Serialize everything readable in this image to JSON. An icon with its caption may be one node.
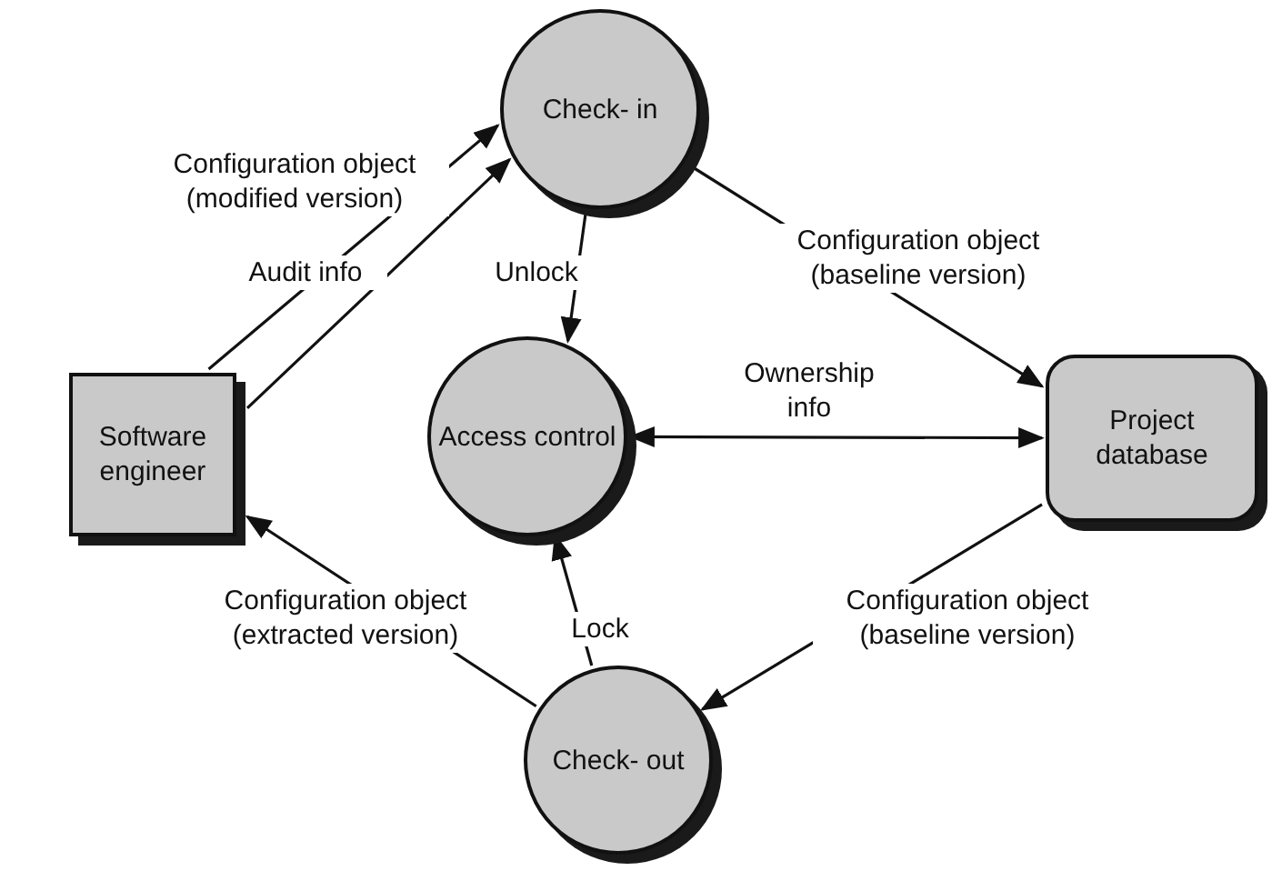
{
  "diagram": {
    "nodes": [
      {
        "text": [
          "Check- in"
        ]
      },
      {
        "text": [
          "Software engineer"
        ]
      },
      {
        "text": [
          "Access control"
        ]
      },
      {
        "text": [
          "Project database"
        ]
      },
      {
        "text": [
          "Check- out"
        ]
      }
    ],
    "edges": [
      {
        "from": 1,
        "to": 0,
        "arrow": "to",
        "label": "Configuration object (modified version)"
      },
      {
        "from": 1,
        "to": 0,
        "arrow": "to",
        "label": "Audit info"
      },
      {
        "from": 0,
        "to": 2,
        "arrow": "to",
        "label": "Unlock"
      },
      {
        "from": 0,
        "to": 3,
        "arrow": "to",
        "label": "Configuration object (baseline version)"
      },
      {
        "from": 2,
        "to": 3,
        "arrow": "both",
        "label": "Ownership info"
      },
      {
        "from": 4,
        "to": 1,
        "arrow": "to",
        "label": "Configuration object (extracted version)"
      },
      {
        "from": 4,
        "to": 2,
        "arrow": "to",
        "label": "Lock"
      },
      {
        "from": 3,
        "to": 4,
        "arrow": "to",
        "label": "Configuration object (baseline version)"
      }
    ]
  }
}
